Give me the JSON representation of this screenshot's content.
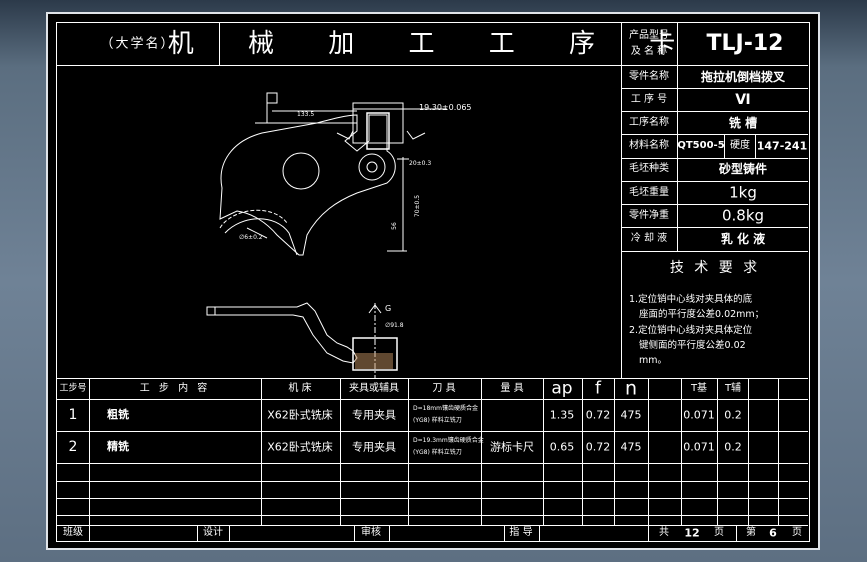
{
  "header": {
    "school": "（大学名）",
    "card_title": "机 械 加 工 工 序 卡",
    "product_model_label_1": "产品型号",
    "product_model_label_2": "及 名 称",
    "product_code": "TLJ-12"
  },
  "info": [
    {
      "label": "零件名称",
      "value": "拖拉机倒档拨叉"
    },
    {
      "label": "工 序 号",
      "value": "Ⅵ"
    },
    {
      "label": "工序名称",
      "value": "铣 槽"
    },
    {
      "label": "材料名称",
      "value": "QT500-5",
      "extra_label": "硬度",
      "extra_value": "147-241"
    },
    {
      "label": "毛坯种类",
      "value": "砂型铸件"
    },
    {
      "label": "毛坯重量",
      "value": "1kg"
    },
    {
      "label": "零件净重",
      "value": "0.8kg"
    },
    {
      "label": "冷 却 液",
      "value": "乳 化 液"
    }
  ],
  "tech": {
    "title": "技 术 要 求",
    "lines": [
      "1.定位销中心线对夹具体的底",
      "座面的平行度公差0.02mm；",
      "2.定位销中心线对夹具体定位",
      "键侧面的平行度公差0.02",
      "mm。"
    ]
  },
  "drawing": {
    "dim_slot": "19.30±0.065",
    "dim_a": "133.5",
    "dim_b": "20±0.3",
    "dim_c": "70±0.5",
    "dim_d": "56",
    "dim_e": "∅6±0.2",
    "dim_f": "∅91.8",
    "mark_g": "G"
  },
  "table": {
    "headers": [
      "工步号",
      "工 步 内 容",
      "机 床",
      "夹具或辅具",
      "刀 具",
      "量 具",
      "ap",
      "f",
      "n",
      "",
      "T基",
      "T辅",
      ""
    ],
    "rows": [
      {
        "no": "1",
        "content": "粗铣",
        "machine": "X62卧式铣床",
        "fixture": "专用夹具",
        "tool_1": "D=18mm镶齿硬质合金",
        "tool_2": "(YG8) 样料立铣刀",
        "gauge": "",
        "ap": "1.35",
        "f": "0.72",
        "n": "475",
        "tb": "0.071",
        "tf": "0.2"
      },
      {
        "no": "2",
        "content": "精铣",
        "machine": "X62卧式铣床",
        "fixture": "专用夹具",
        "tool_1": "D=19.3mm镶齿硬质合金",
        "tool_2": "(YG8) 样料立铣刀",
        "gauge": "游标卡尺",
        "ap": "0.65",
        "f": "0.72",
        "n": "475",
        "tb": "0.071",
        "tf": "0.2"
      }
    ]
  },
  "footer": {
    "class_label": "班级",
    "design_label": "设计",
    "review_label": "审核",
    "guide_label": "指 导",
    "total_label": "共",
    "total_pages": "12",
    "page_unit_1": "页",
    "sheet_label": "第",
    "sheet_no": "6",
    "page_unit_2": "页"
  }
}
